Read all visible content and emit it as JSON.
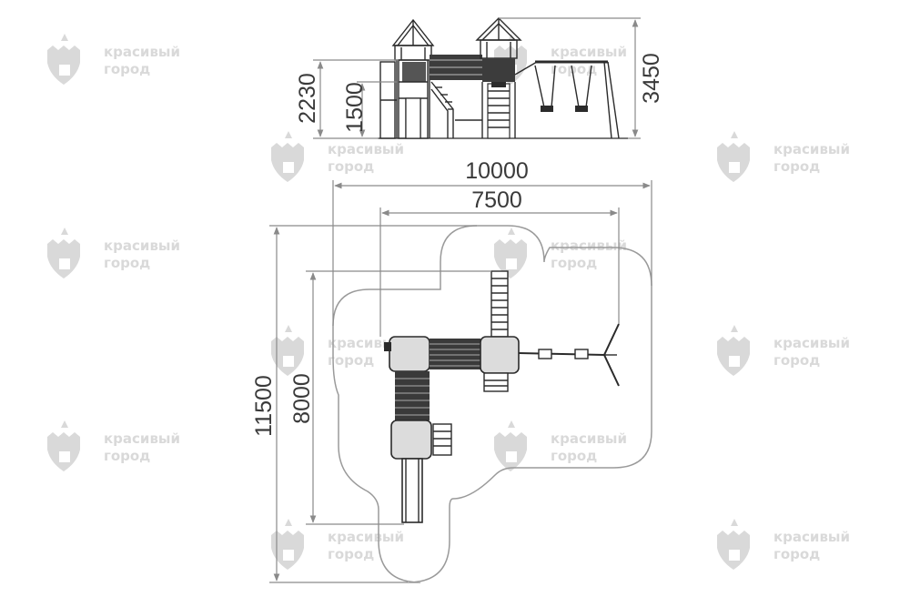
{
  "watermark": {
    "line1": "красивый",
    "line2": "город",
    "icon": "castle-logo-icon",
    "color": "#d9d9d9"
  },
  "dimensions": {
    "side_height_total": "3450",
    "side_height_platform_high": "2230",
    "side_height_platform_low": "1500",
    "plan_width_total": "10000",
    "plan_width_equipment": "7500",
    "plan_depth_total": "11500",
    "plan_depth_equipment": "8000"
  },
  "colors": {
    "outline": "#2b2b2b",
    "dimension": "#8a8a8a",
    "safety_zone": "#9a9a9a",
    "deck": "#dcdcdc"
  }
}
